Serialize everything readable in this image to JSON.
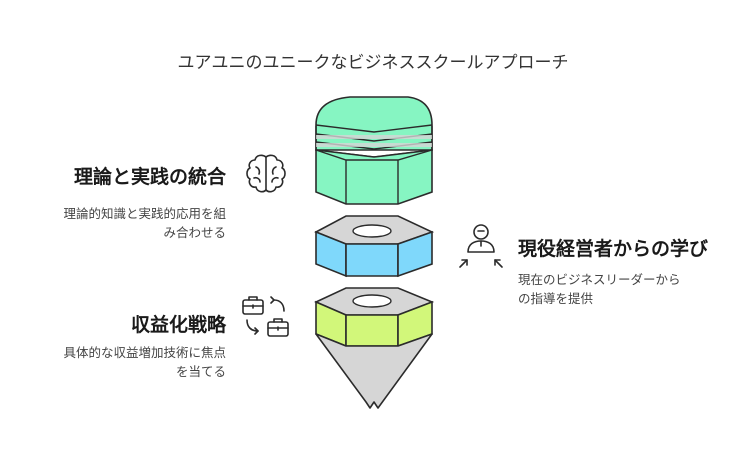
{
  "title": "ユアユニのユニークなビジネススクールアプローチ",
  "sections": {
    "theory": {
      "heading": "理論と実践の統合",
      "desc_line1": "理論的知識と実践的応用を組",
      "desc_line2": "み合わせる",
      "icon": "brain-icon"
    },
    "strategy": {
      "heading": "収益化戦略",
      "desc_line1": "具体的な収益増加技術に焦点",
      "desc_line2": "を当てる",
      "icon": "briefcase-exchange-icon"
    },
    "executives": {
      "heading": "現役経営者からの学び",
      "desc_line1": "現在のビジネスリーダーから",
      "desc_line2": "の指導を提供",
      "icon": "mentor-person-icon"
    }
  },
  "colors": {
    "green": "#86f5c2",
    "blue": "#7fd8fb",
    "lime": "#d2f77a",
    "gray": "#d6d6d6",
    "outline": "#2b2b2b"
  }
}
